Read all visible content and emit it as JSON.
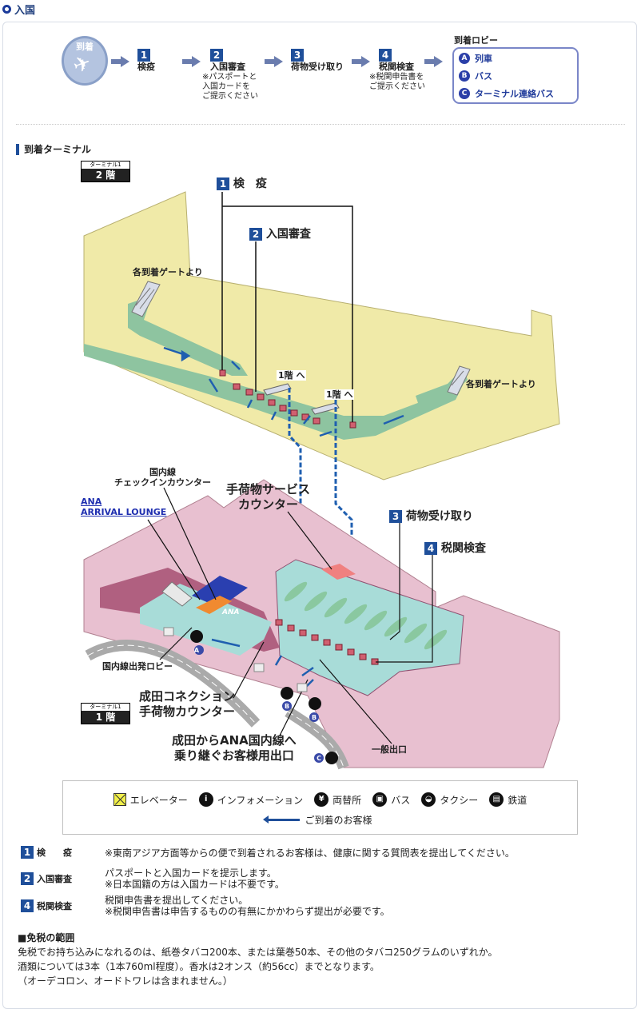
{
  "header": {
    "title": "入国"
  },
  "flow": {
    "arrival_label": "到着",
    "steps": [
      {
        "num": "1",
        "label": "検疫",
        "note": ""
      },
      {
        "num": "2",
        "label": "入国審査",
        "note": "※パスポートと\n入国カードを\nご提示ください"
      },
      {
        "num": "3",
        "label": "荷物受け取り",
        "note": ""
      },
      {
        "num": "4",
        "label": "税関検査",
        "note": "※税関申告書を\nご提示ください"
      }
    ],
    "lobby_title": "到着ロビー",
    "lobby_items": [
      {
        "badge": "A",
        "label": "列車"
      },
      {
        "badge": "B",
        "label": "バス"
      },
      {
        "badge": "C",
        "label": "ターミナル連絡バス"
      }
    ]
  },
  "section_title": "到着ターミナル",
  "map": {
    "floor2": {
      "small": "ターミナル1",
      "big": "2 階"
    },
    "floor1": {
      "small": "ターミナル1",
      "big": "1 階"
    },
    "labels": {
      "quarantine_num": "1",
      "quarantine": "検　疫",
      "immigration_num": "2",
      "immigration": "入国審査",
      "gates_left": "各到着ゲートより",
      "gates_right": "各到着ゲートより",
      "to1f_a": "1階 へ",
      "to1f_b": "1階 へ",
      "domestic_checkin": "国内線\nチェックインカウンター",
      "ana_lounge": "ANA\nARRIVAL LOUNGE",
      "baggage_service": "手荷物サービス\nカウンター",
      "baggage_claim_num": "3",
      "baggage_claim": "荷物受け取り",
      "customs_num": "4",
      "customs": "税関検査",
      "domestic_lobby": "国内線出発ロビー",
      "narita_connection": "成田コネクション\n手荷物カウンター",
      "ana_domestic_exit": "成田からANA国内線へ\n乗り継ぐお客様用出口",
      "general_exit": "一般出口",
      "ana_logo": "ANA",
      "badge_a": "A",
      "badge_b": "B",
      "badge_c": "C"
    }
  },
  "legend": {
    "items": [
      {
        "icon": "elevator-icon",
        "label": "エレベーター"
      },
      {
        "icon": "information-icon",
        "label": "インフォメーション"
      },
      {
        "icon": "exchange-icon",
        "label": "両替所"
      },
      {
        "icon": "bus-icon",
        "label": "バス"
      },
      {
        "icon": "taxi-icon",
        "label": "タクシー"
      },
      {
        "icon": "train-icon",
        "label": "鉄道"
      }
    ],
    "arrow_label": "ご到着のお客様"
  },
  "notes": [
    {
      "num": "1",
      "label": "検　　疫",
      "text": "※東南アジア方面等からの便で到着されるお客様は、健康に関する質問表を提出してください。"
    },
    {
      "num": "2",
      "label": "入国審査",
      "text": "パスポートと入国カードを提示します。\n※日本国籍の方は入国カードは不要です。"
    },
    {
      "num": "4",
      "label": "税関検査",
      "text": "税関申告書を提出してください。\n※税関申告書は申告するものの有無にかかわらず提出が必要です。"
    }
  ],
  "duty_free": {
    "title": "■免税の範囲",
    "lines": [
      "免税でお持ち込みになれるのは、紙巻タバコ200本、または葉巻50本、その他のタバコ250グラムのいずれか。",
      "酒類については3本（1本760ml程度）。香水は2オンス（約56cc）までとなります。",
      "（オーデコロン、オードトワレは含まれません。）"
    ]
  },
  "colors": {
    "floor2": "#f0eaa8",
    "floor1": "#e8c0d0",
    "hall": "#a8dcd8",
    "route": "#1f5fb0",
    "accent": "#1f4f9a"
  }
}
